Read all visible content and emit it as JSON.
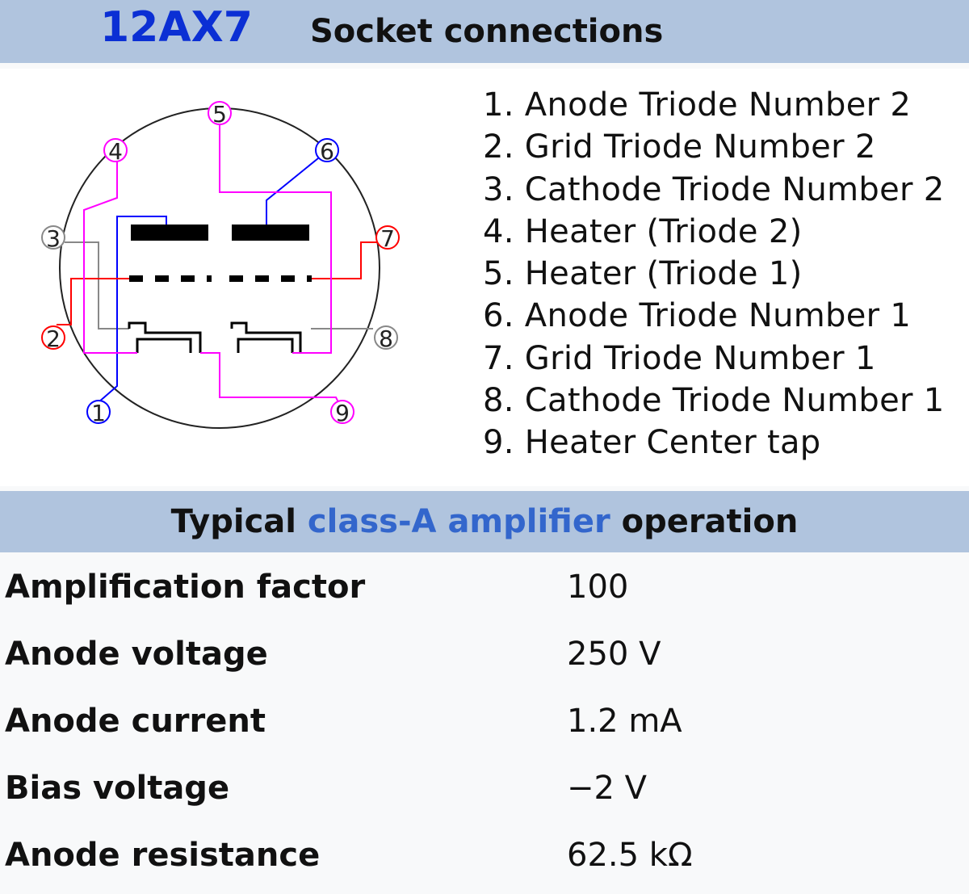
{
  "header": {
    "tube_name": "12AX7",
    "title": "Socket connections",
    "background_color": "#b0c4de",
    "tube_name_color": "#0b2fd4"
  },
  "diagram": {
    "pins": [
      {
        "number": "1",
        "color": "#0000ff"
      },
      {
        "number": "2",
        "color": "#ff0000"
      },
      {
        "number": "3",
        "color": "#808080"
      },
      {
        "number": "4",
        "color": "#ff00ff"
      },
      {
        "number": "5",
        "color": "#ff00ff"
      },
      {
        "number": "6",
        "color": "#0000ff"
      },
      {
        "number": "7",
        "color": "#ff0000"
      },
      {
        "number": "8",
        "color": "#808080"
      },
      {
        "number": "9",
        "color": "#ff00ff"
      }
    ]
  },
  "pin_list": [
    "1. Anode Triode Number 2",
    "2. Grid Triode Number 2",
    "3. Cathode Triode Number 2",
    "4. Heater (Triode 2)",
    "5. Heater (Triode 1)",
    "6. Anode Triode Number 1",
    "7. Grid Triode Number 1",
    "8. Cathode Triode Number 1",
    "9. Heater Center tap"
  ],
  "operation": {
    "title_prefix": "Typical ",
    "title_link": "class-A amplifier",
    "title_suffix": " operation",
    "link_color": "#3366cc"
  },
  "specs": [
    {
      "label": "Amplification factor",
      "value": "100"
    },
    {
      "label": "Anode voltage",
      "value": "250 V"
    },
    {
      "label": "Anode current",
      "value": "1.2 mA"
    },
    {
      "label": "Bias voltage",
      "value": "−2 V"
    },
    {
      "label": "Anode resistance",
      "value": "62.5 kΩ"
    }
  ]
}
